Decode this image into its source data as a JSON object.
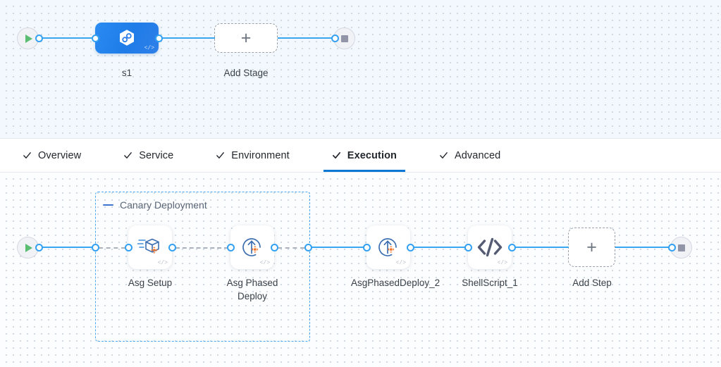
{
  "stage_canvas": {
    "start_node": {
      "name": "start-node",
      "icon": "play-icon"
    },
    "end_node": {
      "name": "end-node",
      "icon": "stop-icon"
    },
    "stage": {
      "label": "s1",
      "icon": "pipeline-hexagon-icon",
      "code_badge": "</>"
    },
    "add_stage": {
      "label": "Add Stage",
      "plus": "+"
    }
  },
  "tabs": [
    {
      "label": "Overview",
      "active": false,
      "check": "check-icon"
    },
    {
      "label": "Service",
      "active": false,
      "check": "check-icon"
    },
    {
      "label": "Environment",
      "active": false,
      "check": "check-icon"
    },
    {
      "label": "Execution",
      "active": true,
      "check": "check-icon"
    },
    {
      "label": "Advanced",
      "active": false,
      "check": "check-icon"
    }
  ],
  "step_canvas": {
    "start_node": {
      "name": "start-node",
      "icon": "play-icon"
    },
    "end_node": {
      "name": "end-node",
      "icon": "stop-icon"
    },
    "group": {
      "title": "Canary Deployment",
      "collapse_icon": "minus-icon"
    },
    "steps": [
      {
        "label": "Asg Setup",
        "icon": "asg-setup-icon",
        "code_badge": "</>"
      },
      {
        "label": "Asg Phased Deploy",
        "icon": "asg-phased-deploy-icon",
        "code_badge": "</>"
      },
      {
        "label": "AsgPhasedDeploy_2",
        "icon": "asg-phased-deploy-icon",
        "code_badge": "</>"
      },
      {
        "label": "ShellScript_1",
        "icon": "shell-script-icon",
        "code_badge": "</>"
      }
    ],
    "add_step": {
      "label": "Add Step",
      "plus": "+"
    }
  },
  "colors": {
    "accent_blue": "#38a6f0",
    "active_tab_underline": "#0b77d4",
    "stage_node_blue": "#2a8bf2",
    "group_border": "#4aa8f0",
    "play_green": "#5bbd72",
    "stop_gray": "#9295a8",
    "icon_orange": "#f4762a",
    "canvas_top_bg": "#f2f8fd",
    "canvas_bottom_bg": "#fcfdfe"
  }
}
